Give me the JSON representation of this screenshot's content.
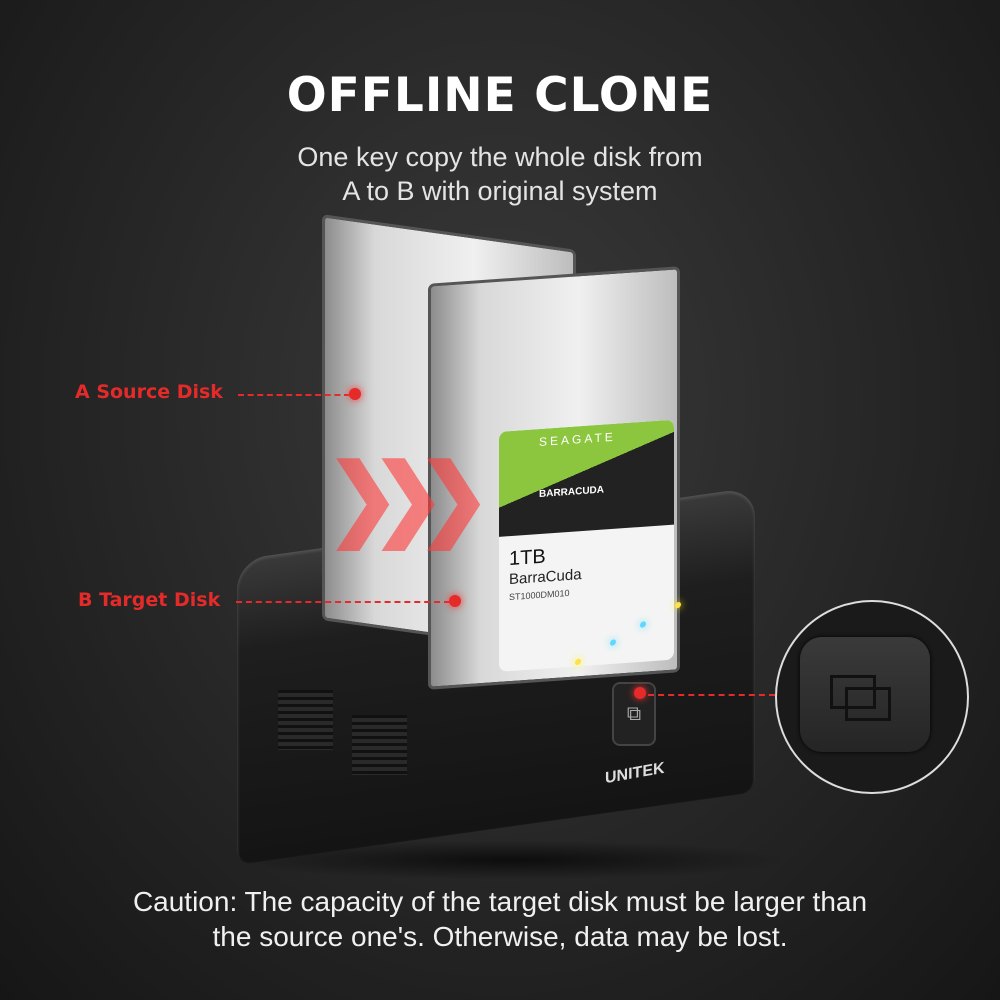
{
  "header": {
    "title": "OFFLINE CLONE",
    "subtitle_line1": "One key copy the whole disk from",
    "subtitle_line2": "A to B with original system"
  },
  "callouts": {
    "source": "A Source Disk",
    "target": "B Target Disk"
  },
  "product": {
    "brand": "UNITEK",
    "disk_brand": "SEAGATE",
    "disk_model": "BARRACUDA",
    "disk_capacity": "1TB",
    "disk_name": "BarraCuda",
    "disk_part": "ST1000DM010"
  },
  "caption": {
    "line1": "Caution: The capacity of the target disk must be larger than",
    "line2": "the source one's. Otherwise, data may be lost."
  },
  "colors": {
    "accent": "#e52a2a",
    "label_green": "#8cc63f",
    "led": "#5fd8ff"
  }
}
